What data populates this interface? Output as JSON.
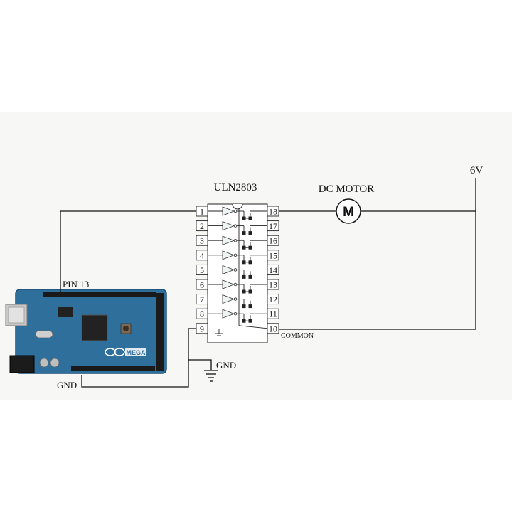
{
  "labels": {
    "chip": "ULN2803",
    "motor": "DC MOTOR",
    "motor_symbol": "M",
    "supply": "6V",
    "arduino_pin": "PIN 13",
    "arduino_gnd": "GND",
    "ground": "GND",
    "common": "COMMON",
    "board_brand": "MEGA"
  },
  "pins_left": [
    "1",
    "2",
    "3",
    "4",
    "5",
    "6",
    "7",
    "8",
    "9"
  ],
  "pins_right": [
    "18",
    "17",
    "16",
    "15",
    "14",
    "13",
    "12",
    "11",
    "10"
  ],
  "colors": {
    "board": "#2f6f9c",
    "board_dark": "#1d4f77",
    "header": "#1a1a1a",
    "wire": "#111111"
  }
}
